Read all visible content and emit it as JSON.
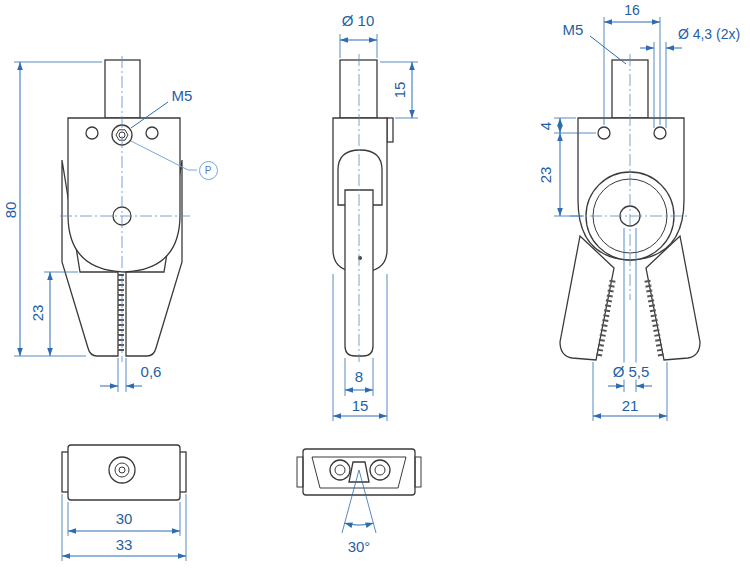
{
  "diagram": {
    "nodes": [
      {
        "text": [
          "P"
        ]
      }
    ],
    "labels": [
      "M5",
      "80",
      "23",
      "0,6",
      "Ø 10",
      "15",
      "8",
      "15",
      "16",
      "M5",
      "Ø 4,3 (2x)",
      "4",
      "23",
      "Ø 5,5",
      "21",
      "30",
      "33",
      "30°"
    ]
  }
}
